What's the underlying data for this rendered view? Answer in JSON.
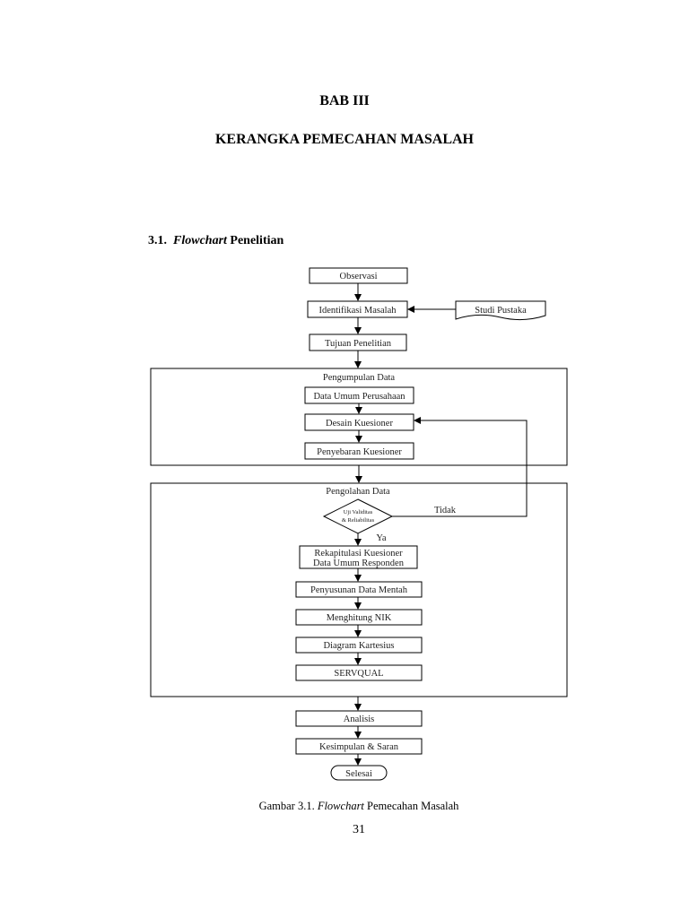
{
  "chapter": {
    "number": "BAB III",
    "title": "KERANGKA PEMECAHAN MASALAH"
  },
  "section": {
    "number": "3.1.",
    "title_italic": "Flowchart",
    "title_rest": "Penelitian"
  },
  "flowchart": {
    "observasi": "Observasi",
    "identifikasi": "Identifikasi Masalah",
    "studi_pustaka": "Studi Pustaka",
    "tujuan": "Tujuan Penelitian",
    "group_pengumpulan": "Pengumpulan Data",
    "data_umum": "Data Umum Perusahaan",
    "desain": "Desain Kuesioner",
    "penyebaran": "Penyebaran Kuesioner",
    "group_pengolahan": "Pengolahan Data",
    "uji_line1": "Uji Validitas",
    "uji_line2": "& Reliabilitas",
    "tidak": "Tidak",
    "ya": "Ya",
    "rekap_line1": "Rekapitulasi Kuesioner",
    "rekap_line2": "Data Umum Responden",
    "penyusunan": "Penyusunan Data Mentah",
    "nik": "Menghitung NIK",
    "kartesius": "Diagram Kartesius",
    "servqual": "SERVQUAL",
    "analisis": "Analisis",
    "kesimpulan": "Kesimpulan & Saran",
    "selesai": "Selesai"
  },
  "caption": {
    "prefix": "Gambar 3.1.",
    "italic": "Flowchart",
    "rest": "Pemecahan Masalah"
  },
  "page_number": "31"
}
